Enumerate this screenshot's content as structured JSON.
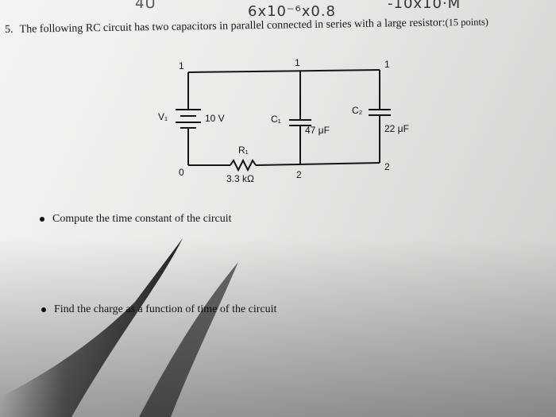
{
  "header_scribbles": {
    "left": "4U",
    "middle": "6x10⁻⁶x0.8",
    "right": "-10x10·M"
  },
  "problem": {
    "number": "5.",
    "text": "The following RC circuit has two capacitors in parallel connected in series with a large resistor:",
    "points": "(15 points)"
  },
  "circuit": {
    "node_labels": [
      "1",
      "1",
      "1",
      "0",
      "2",
      "2"
    ],
    "source": {
      "name": "V₁",
      "value": "10 V"
    },
    "capacitor1": {
      "name": "C₁",
      "value": "47 μF"
    },
    "capacitor2": {
      "name": "C₂",
      "value": "22 μF"
    },
    "resistor": {
      "name": "R₁",
      "value": "3.3 kΩ"
    }
  },
  "questions": [
    "Compute the time constant of the circuit",
    "Find the charge as a function of time of the circuit"
  ]
}
